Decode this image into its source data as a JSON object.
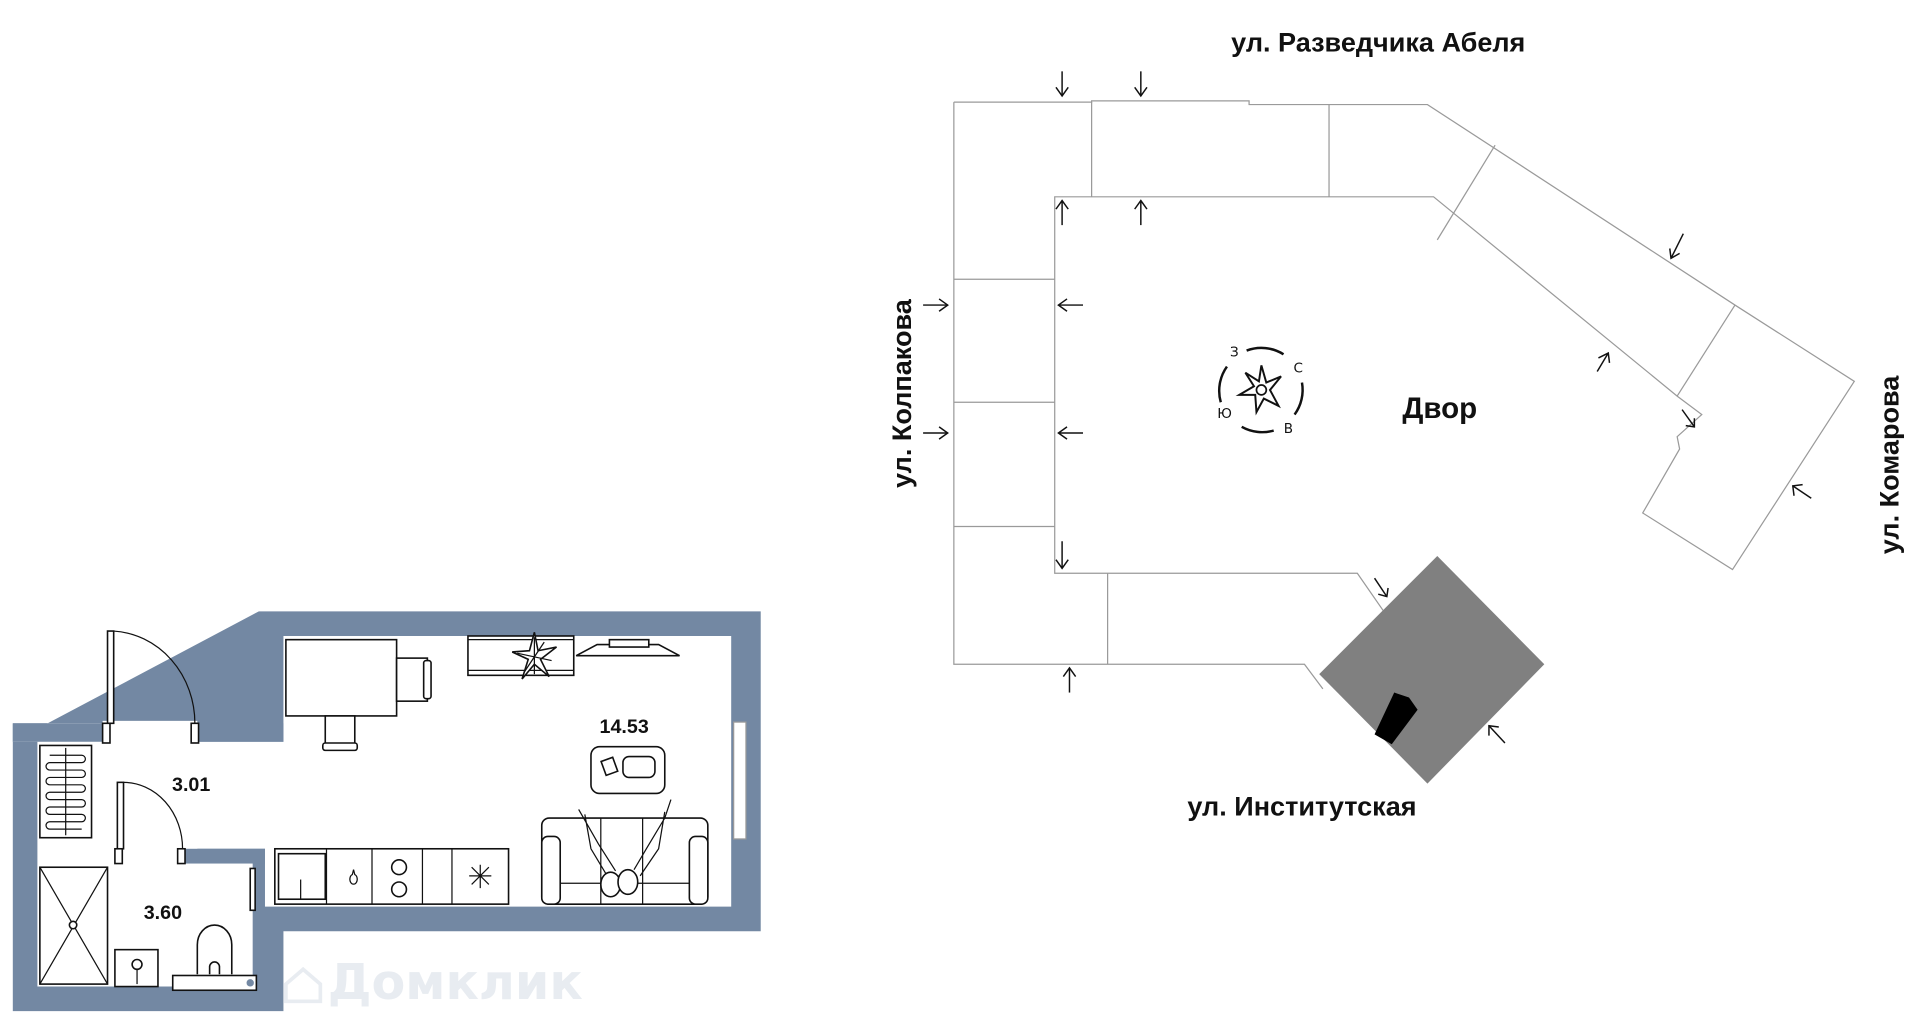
{
  "site_plan": {
    "streets": {
      "top": "ул. Разведчика Абеля",
      "left": "ул. Колпакова",
      "right": "ул. Комарова",
      "bottom": "ул. Институтская"
    },
    "yard_label": "Двор",
    "compass": {
      "north": "С",
      "east": "В",
      "south": "Ю",
      "west": "З"
    },
    "colors": {
      "selected_section": "#808080",
      "unit_marker": "#000000",
      "outline": "#9a9a9a"
    }
  },
  "floor_plan": {
    "rooms": [
      {
        "name": "living-room",
        "area": "14.53"
      },
      {
        "name": "hallway",
        "area": "3.01"
      },
      {
        "name": "bathroom",
        "area": "3.60"
      }
    ],
    "colors": {
      "wall": "#7388A3"
    }
  },
  "watermark": "Домклик"
}
